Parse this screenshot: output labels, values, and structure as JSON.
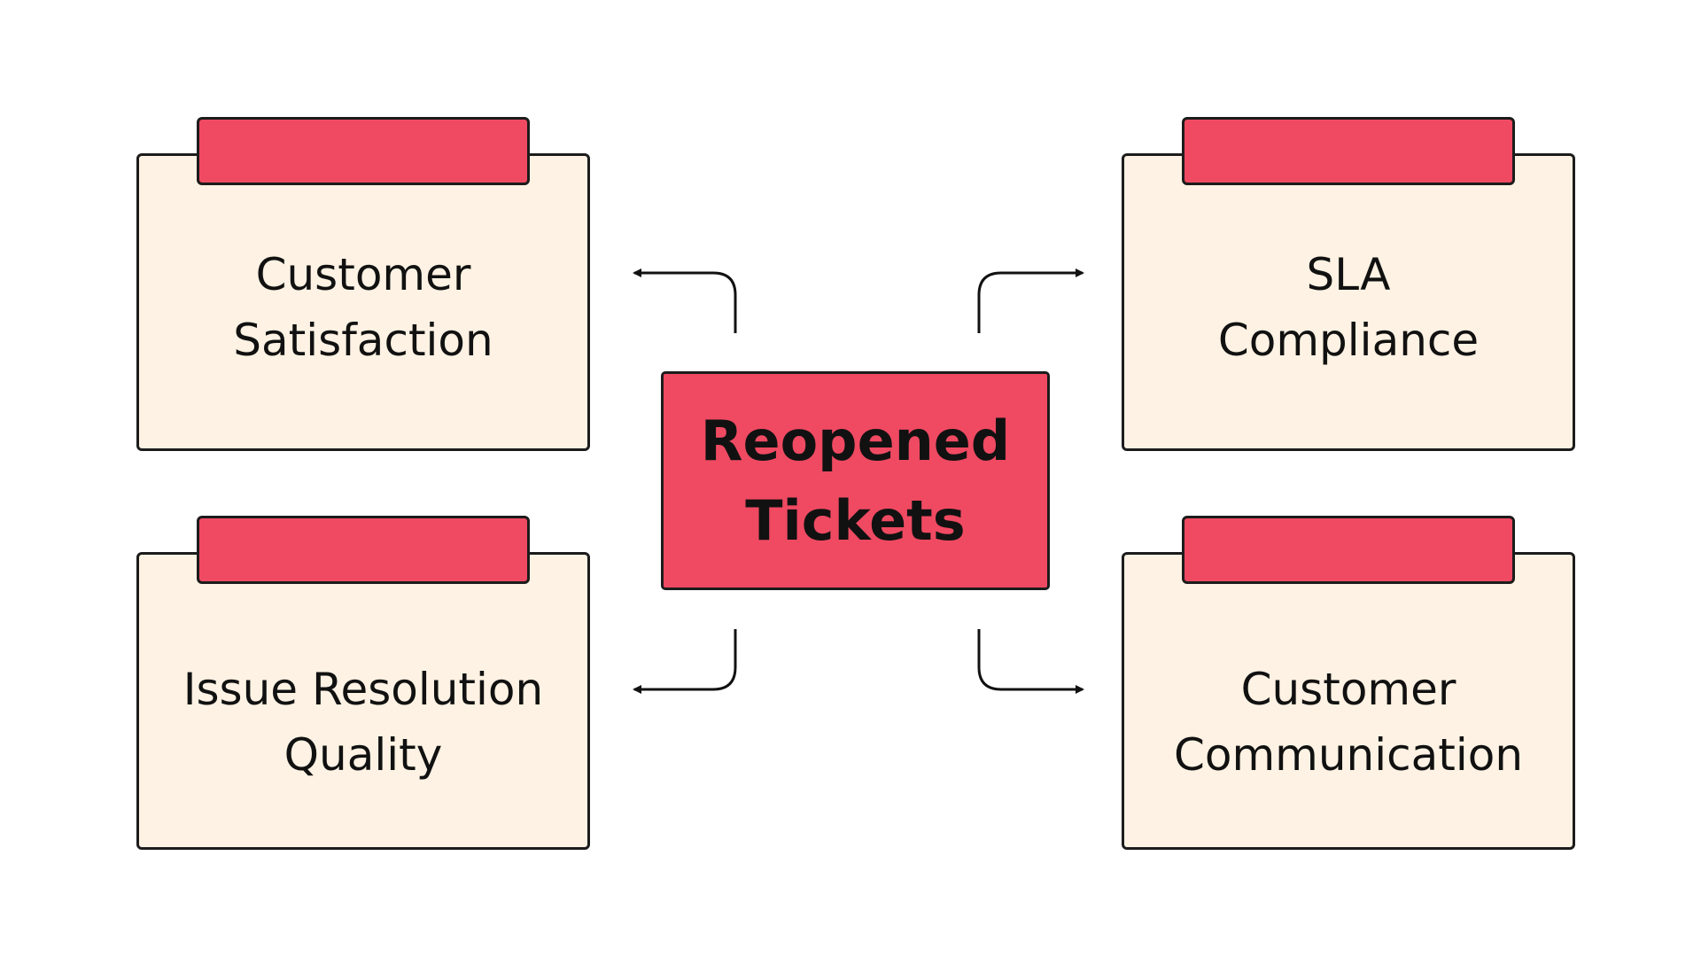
{
  "center": {
    "label": "Reopened\nTickets"
  },
  "cards": {
    "top_left": {
      "label": "Customer\nSatisfaction"
    },
    "top_right": {
      "label": "SLA\nCompliance"
    },
    "bottom_left": {
      "label": "Issue Resolution\nQuality"
    },
    "bottom_right": {
      "label": "Customer\nCommunication"
    }
  },
  "colors": {
    "accent": "#ef4a62",
    "card_fill": "#fdf2e3",
    "outline": "#1c1c1c"
  }
}
